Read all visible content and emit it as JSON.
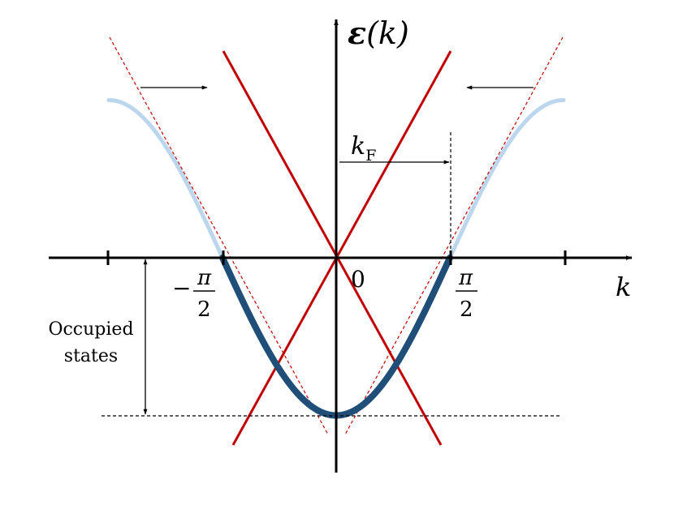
{
  "axes": {
    "y_label": "ε(k)",
    "y_label_symbol": "ε",
    "y_label_arg": "(k)",
    "x_label": "k",
    "origin_label": "0"
  },
  "ticks": {
    "neg_pi_half": {
      "sign": "−",
      "numerator": "π",
      "denominator": "2"
    },
    "pos_pi_half": {
      "numerator": "π",
      "denominator": "2"
    }
  },
  "fermi": {
    "label": "k",
    "subscript": "F"
  },
  "occupied": {
    "line1": "Occupied",
    "line2": "states"
  },
  "colors": {
    "axis": "#000000",
    "band_light": "#bcd6ee",
    "band_occupied": "#1f4e79",
    "linear": "#c00000",
    "tangent": "#c00000"
  }
}
